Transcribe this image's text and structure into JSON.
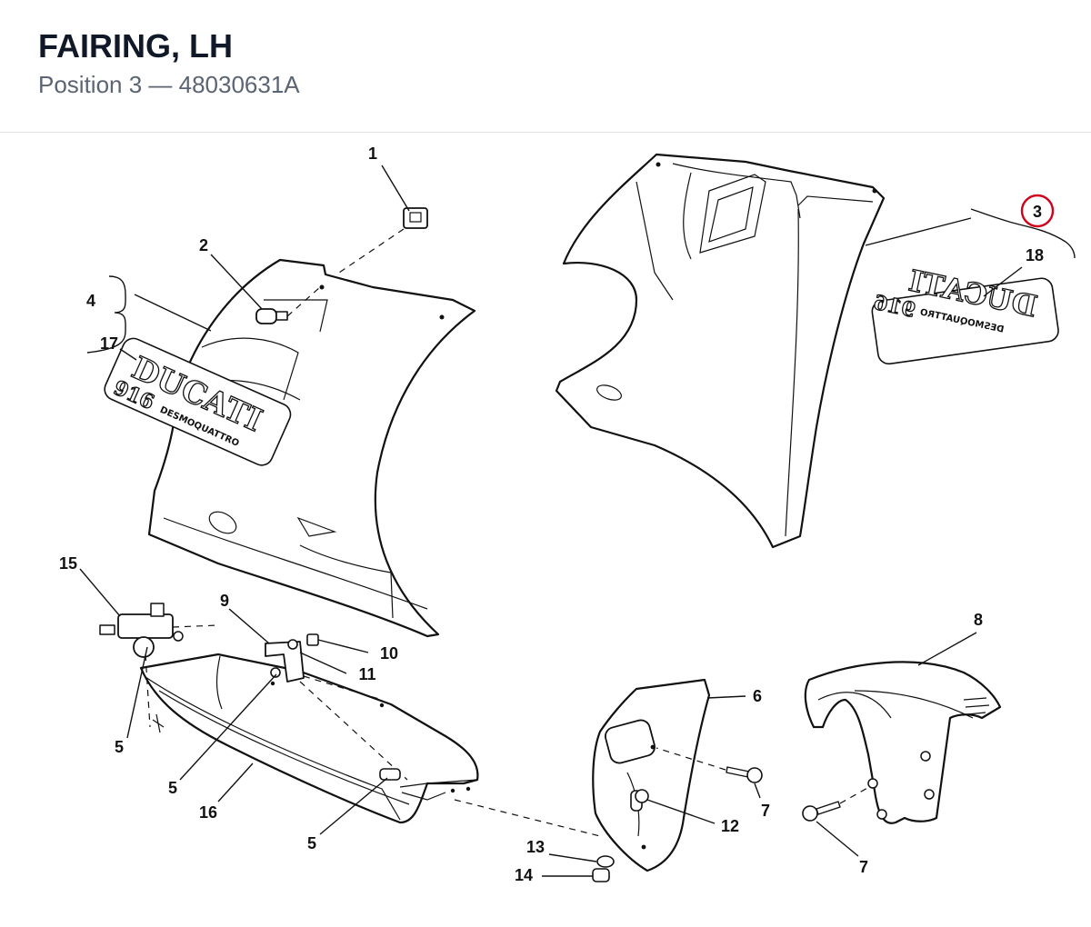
{
  "header": {
    "title": "FAIRING, LH",
    "subtitle": "Position 3 — 48030631A"
  },
  "diagram": {
    "highlight_color": "#d0021b",
    "highlighted_callout": "3",
    "decals": {
      "left_brand": "DUCATI",
      "left_model": "916",
      "left_tagline": "DESMOQUATTRO",
      "right_brand": "DUCATI",
      "right_model": "916",
      "right_tagline": "DESMOQUATTRO"
    },
    "callouts": {
      "c1": "1",
      "c2": "2",
      "c3": "3",
      "c4": "4",
      "c5a": "5",
      "c5b": "5",
      "c5c": "5",
      "c6": "6",
      "c7a": "7",
      "c7b": "7",
      "c8": "8",
      "c9": "9",
      "c10": "10",
      "c11": "11",
      "c12": "12",
      "c13": "13",
      "c14": "14",
      "c15": "15",
      "c16": "16",
      "c17": "17",
      "c18": "18"
    }
  }
}
